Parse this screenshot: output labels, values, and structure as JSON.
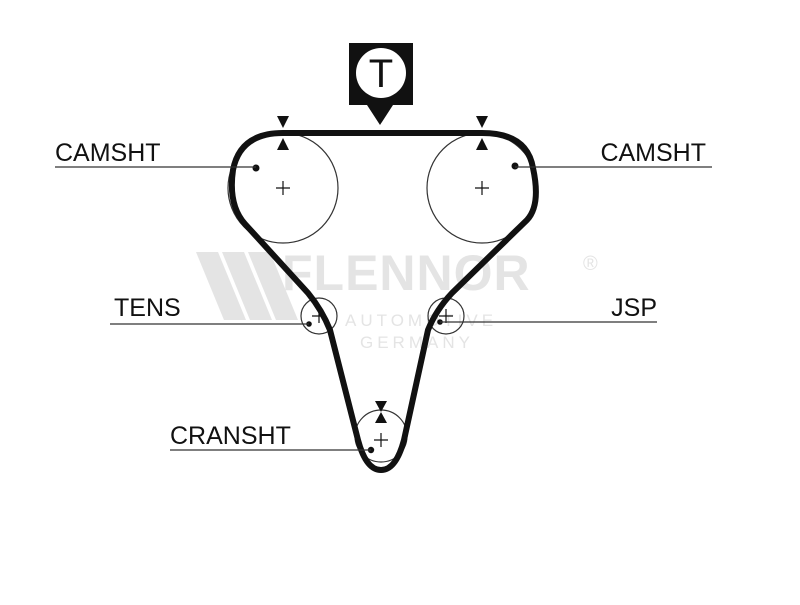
{
  "labels": {
    "camshaft_left": "CAMSHT",
    "camshaft_right": "CAMSHT",
    "tensioner": "TENS",
    "jsp": "JSP",
    "crankshaft": "CRANSHT"
  },
  "badge": {
    "letter": "T"
  },
  "watermark": {
    "brand": "FLENNOR",
    "registered": "®",
    "line1": "AUTOMOTIVE",
    "line2": "GERMANY"
  },
  "colors": {
    "ink": "#111111",
    "badge_bg": "#111111",
    "watermark": "#e4e4e4"
  }
}
